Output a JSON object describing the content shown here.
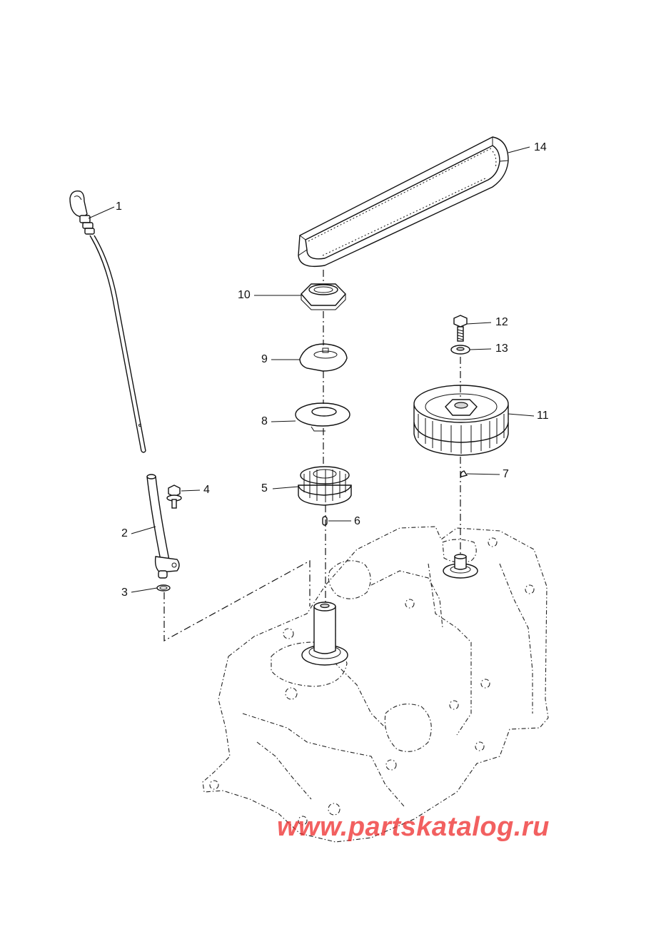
{
  "diagram": {
    "callouts": [
      {
        "id": "1",
        "label": "1"
      },
      {
        "id": "2",
        "label": "2"
      },
      {
        "id": "3",
        "label": "3"
      },
      {
        "id": "4",
        "label": "4"
      },
      {
        "id": "5",
        "label": "5"
      },
      {
        "id": "6",
        "label": "6"
      },
      {
        "id": "7",
        "label": "7"
      },
      {
        "id": "8",
        "label": "8"
      },
      {
        "id": "9",
        "label": "9"
      },
      {
        "id": "10",
        "label": "10"
      },
      {
        "id": "11",
        "label": "11"
      },
      {
        "id": "12",
        "label": "12"
      },
      {
        "id": "13",
        "label": "13"
      },
      {
        "id": "14",
        "label": "14"
      }
    ]
  },
  "watermark": {
    "text": "www.partskatalog.ru",
    "color": "#ee2b2b"
  }
}
